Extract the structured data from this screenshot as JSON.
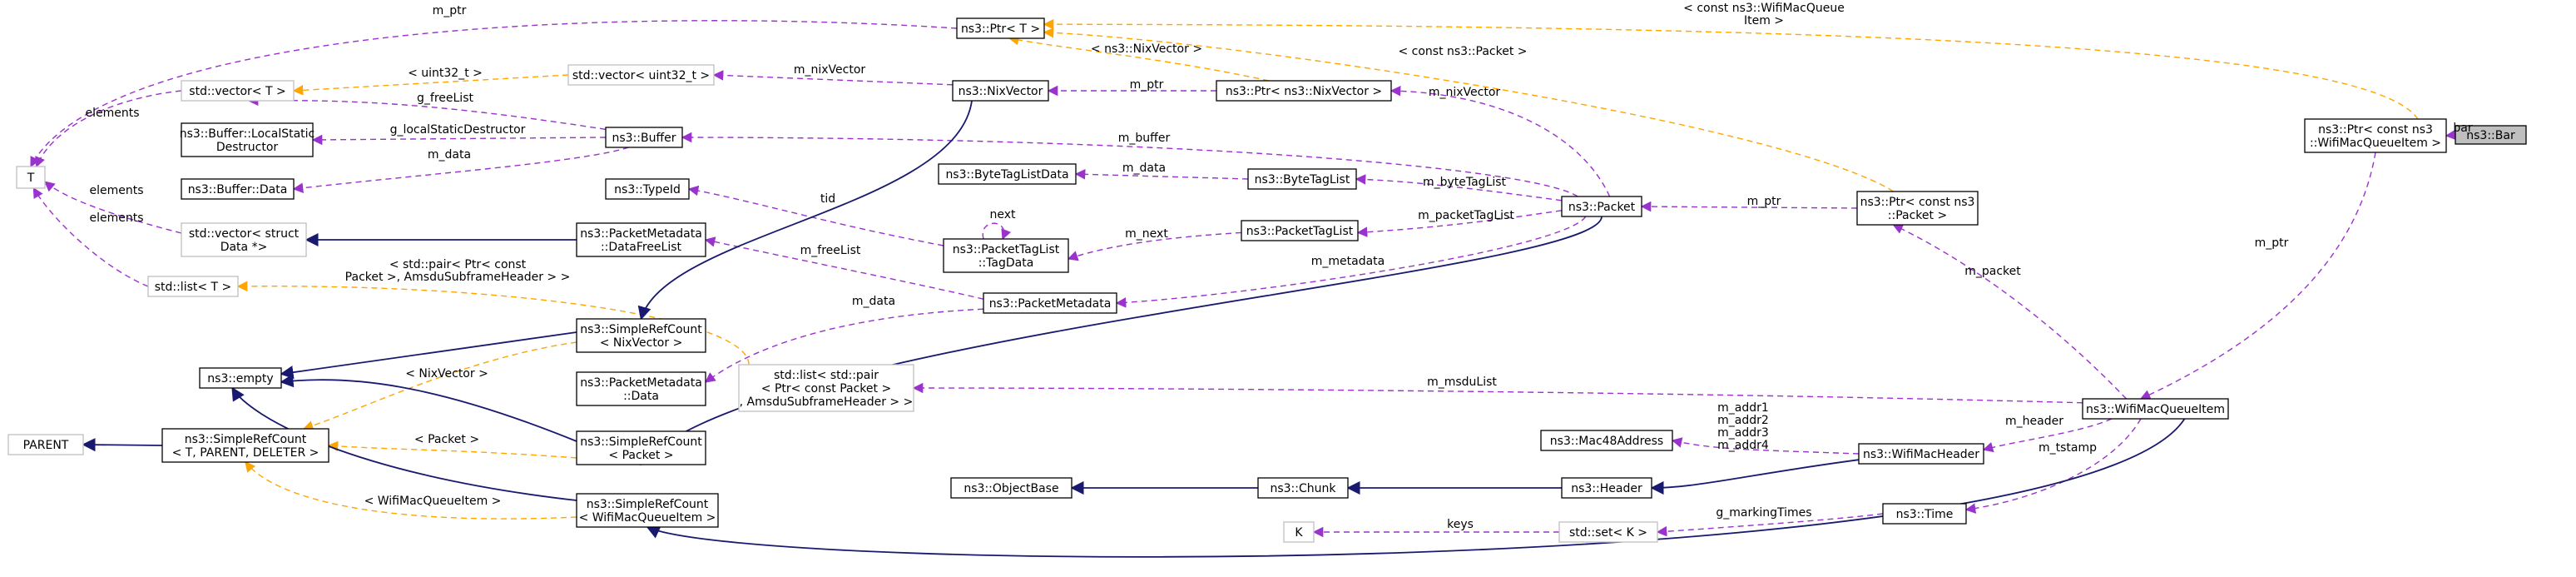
{
  "colors": {
    "node_border": "#000000",
    "node_border_external": "#bfbfbf",
    "highlight_fill": "#bfbfbf",
    "usage_edge": "#9a32cd",
    "template_edge": "#ffa500",
    "inheritance_edge": "#191970"
  },
  "nodes": {
    "bar": [
      "ns3::Bar"
    ],
    "ptr_wmqi": [
      "ns3::Ptr< const ns3",
      "::WifiMacQueueItem >"
    ],
    "wmqi": [
      "ns3::WifiMacQueueItem"
    ],
    "ptr_t": [
      "ns3::Ptr< T >"
    ],
    "ptr_packet": [
      "ns3::Ptr< const ns3",
      "::Packet >"
    ],
    "packet": [
      "ns3::Packet"
    ],
    "nixvector": [
      "ns3::NixVector"
    ],
    "ptr_nix": [
      "ns3::Ptr< ns3::NixVector >"
    ],
    "vec_u32": [
      "std::vector< uint32_t >"
    ],
    "vec_t": [
      "std::vector< T >"
    ],
    "buffer": [
      "ns3::Buffer"
    ],
    "buffer_lsd": [
      "ns3::Buffer::LocalStatic",
      "Destructor"
    ],
    "buffer_data": [
      "ns3::Buffer::Data"
    ],
    "t": [
      "T"
    ],
    "typeid": [
      "ns3::TypeId"
    ],
    "btld": [
      "ns3::ByteTagListData"
    ],
    "btl": [
      "ns3::ByteTagList"
    ],
    "ptl": [
      "ns3::PacketTagList"
    ],
    "ptl_tagdata": [
      "ns3::PacketTagList",
      "::TagData"
    ],
    "vec_struct": [
      "std::vector< struct",
      "Data *>"
    ],
    "pm_dfl": [
      "ns3::PacketMetadata",
      "::DataFreeList"
    ],
    "pm": [
      "ns3::PacketMetadata"
    ],
    "list_t": [
      "std::list< T >"
    ],
    "src_nix": [
      "ns3::SimpleRefCount",
      "< NixVector >"
    ],
    "empty": [
      "ns3::empty"
    ],
    "pm_data": [
      "ns3::PacketMetadata",
      "::Data"
    ],
    "list_pair": [
      "std::list< std::pair",
      "< Ptr< const Packet >",
      ", AmsduSubframeHeader > >"
    ],
    "parent": [
      "PARENT"
    ],
    "src_t": [
      "ns3::SimpleRefCount",
      "< T, PARENT, DELETER >"
    ],
    "src_packet": [
      "ns3::SimpleRefCount",
      "< Packet >"
    ],
    "src_wmqi": [
      "ns3::SimpleRefCount",
      "< WifiMacQueueItem >"
    ],
    "objectbase": [
      "ns3::ObjectBase"
    ],
    "chunk": [
      "ns3::Chunk"
    ],
    "header": [
      "ns3::Header"
    ],
    "mac48": [
      "ns3::Mac48Address"
    ],
    "wmh": [
      "ns3::WifiMacHeader"
    ],
    "time": [
      "ns3::Time"
    ],
    "k": [
      "K"
    ],
    "set_k": [
      "std::set< K >"
    ]
  },
  "edge_labels": {
    "bar": [
      "bar"
    ],
    "wmqi_mptr": [
      "m_ptr"
    ],
    "tmpl_wmqi": [
      "< const ns3::WifiMacQueue",
      "Item >"
    ],
    "tmpl_packet": [
      "< const ns3::Packet >"
    ],
    "packet_mptr": [
      "m_ptr"
    ],
    "m_packet": [
      "m_packet"
    ],
    "m_ptr_t": [
      "m_ptr"
    ],
    "tmpl_nix": [
      "< ns3::NixVector >"
    ],
    "m_nixVector_ptr": [
      "m_nixVector"
    ],
    "m_ptr_nix": [
      "m_ptr"
    ],
    "m_nixVector_vec": [
      "m_nixVector"
    ],
    "tmpl_u32": [
      "< uint32_t >"
    ],
    "elements1": [
      "elements"
    ],
    "g_freeList": [
      "g_freeList"
    ],
    "g_lsd": [
      "g_localStaticDestructor"
    ],
    "m_data_buffer": [
      "m_data"
    ],
    "m_buffer": [
      "m_buffer"
    ],
    "elements2": [
      "elements"
    ],
    "elements3": [
      "elements"
    ],
    "m_data_btl": [
      "m_data"
    ],
    "m_byteTagList": [
      "m_byteTagList"
    ],
    "tid": [
      "tid"
    ],
    "next": [
      "next"
    ],
    "m_next": [
      "m_next"
    ],
    "m_packetTagList": [
      "m_packetTagList"
    ],
    "m_freeList": [
      "m_freeList"
    ],
    "m_metadata": [
      "m_metadata"
    ],
    "tmpl_pair": [
      "< std::pair< Ptr< const",
      "Packet >, AmsduSubframeHeader > >"
    ],
    "m_data_pm": [
      "m_data"
    ],
    "tmpl_nixvector": [
      "< NixVector >"
    ],
    "tmpl_packet2": [
      "< Packet >"
    ],
    "tmpl_wmqi2": [
      "< WifiMacQueueItem >"
    ],
    "m_msduList": [
      "m_msduList"
    ],
    "m_addr": [
      "m_addr1",
      "m_addr2",
      "m_addr3",
      "m_addr4"
    ],
    "m_header": [
      "m_header"
    ],
    "m_tstamp": [
      "m_tstamp"
    ],
    "keys": [
      "keys"
    ],
    "g_markingTimes": [
      "g_markingTimes"
    ]
  }
}
